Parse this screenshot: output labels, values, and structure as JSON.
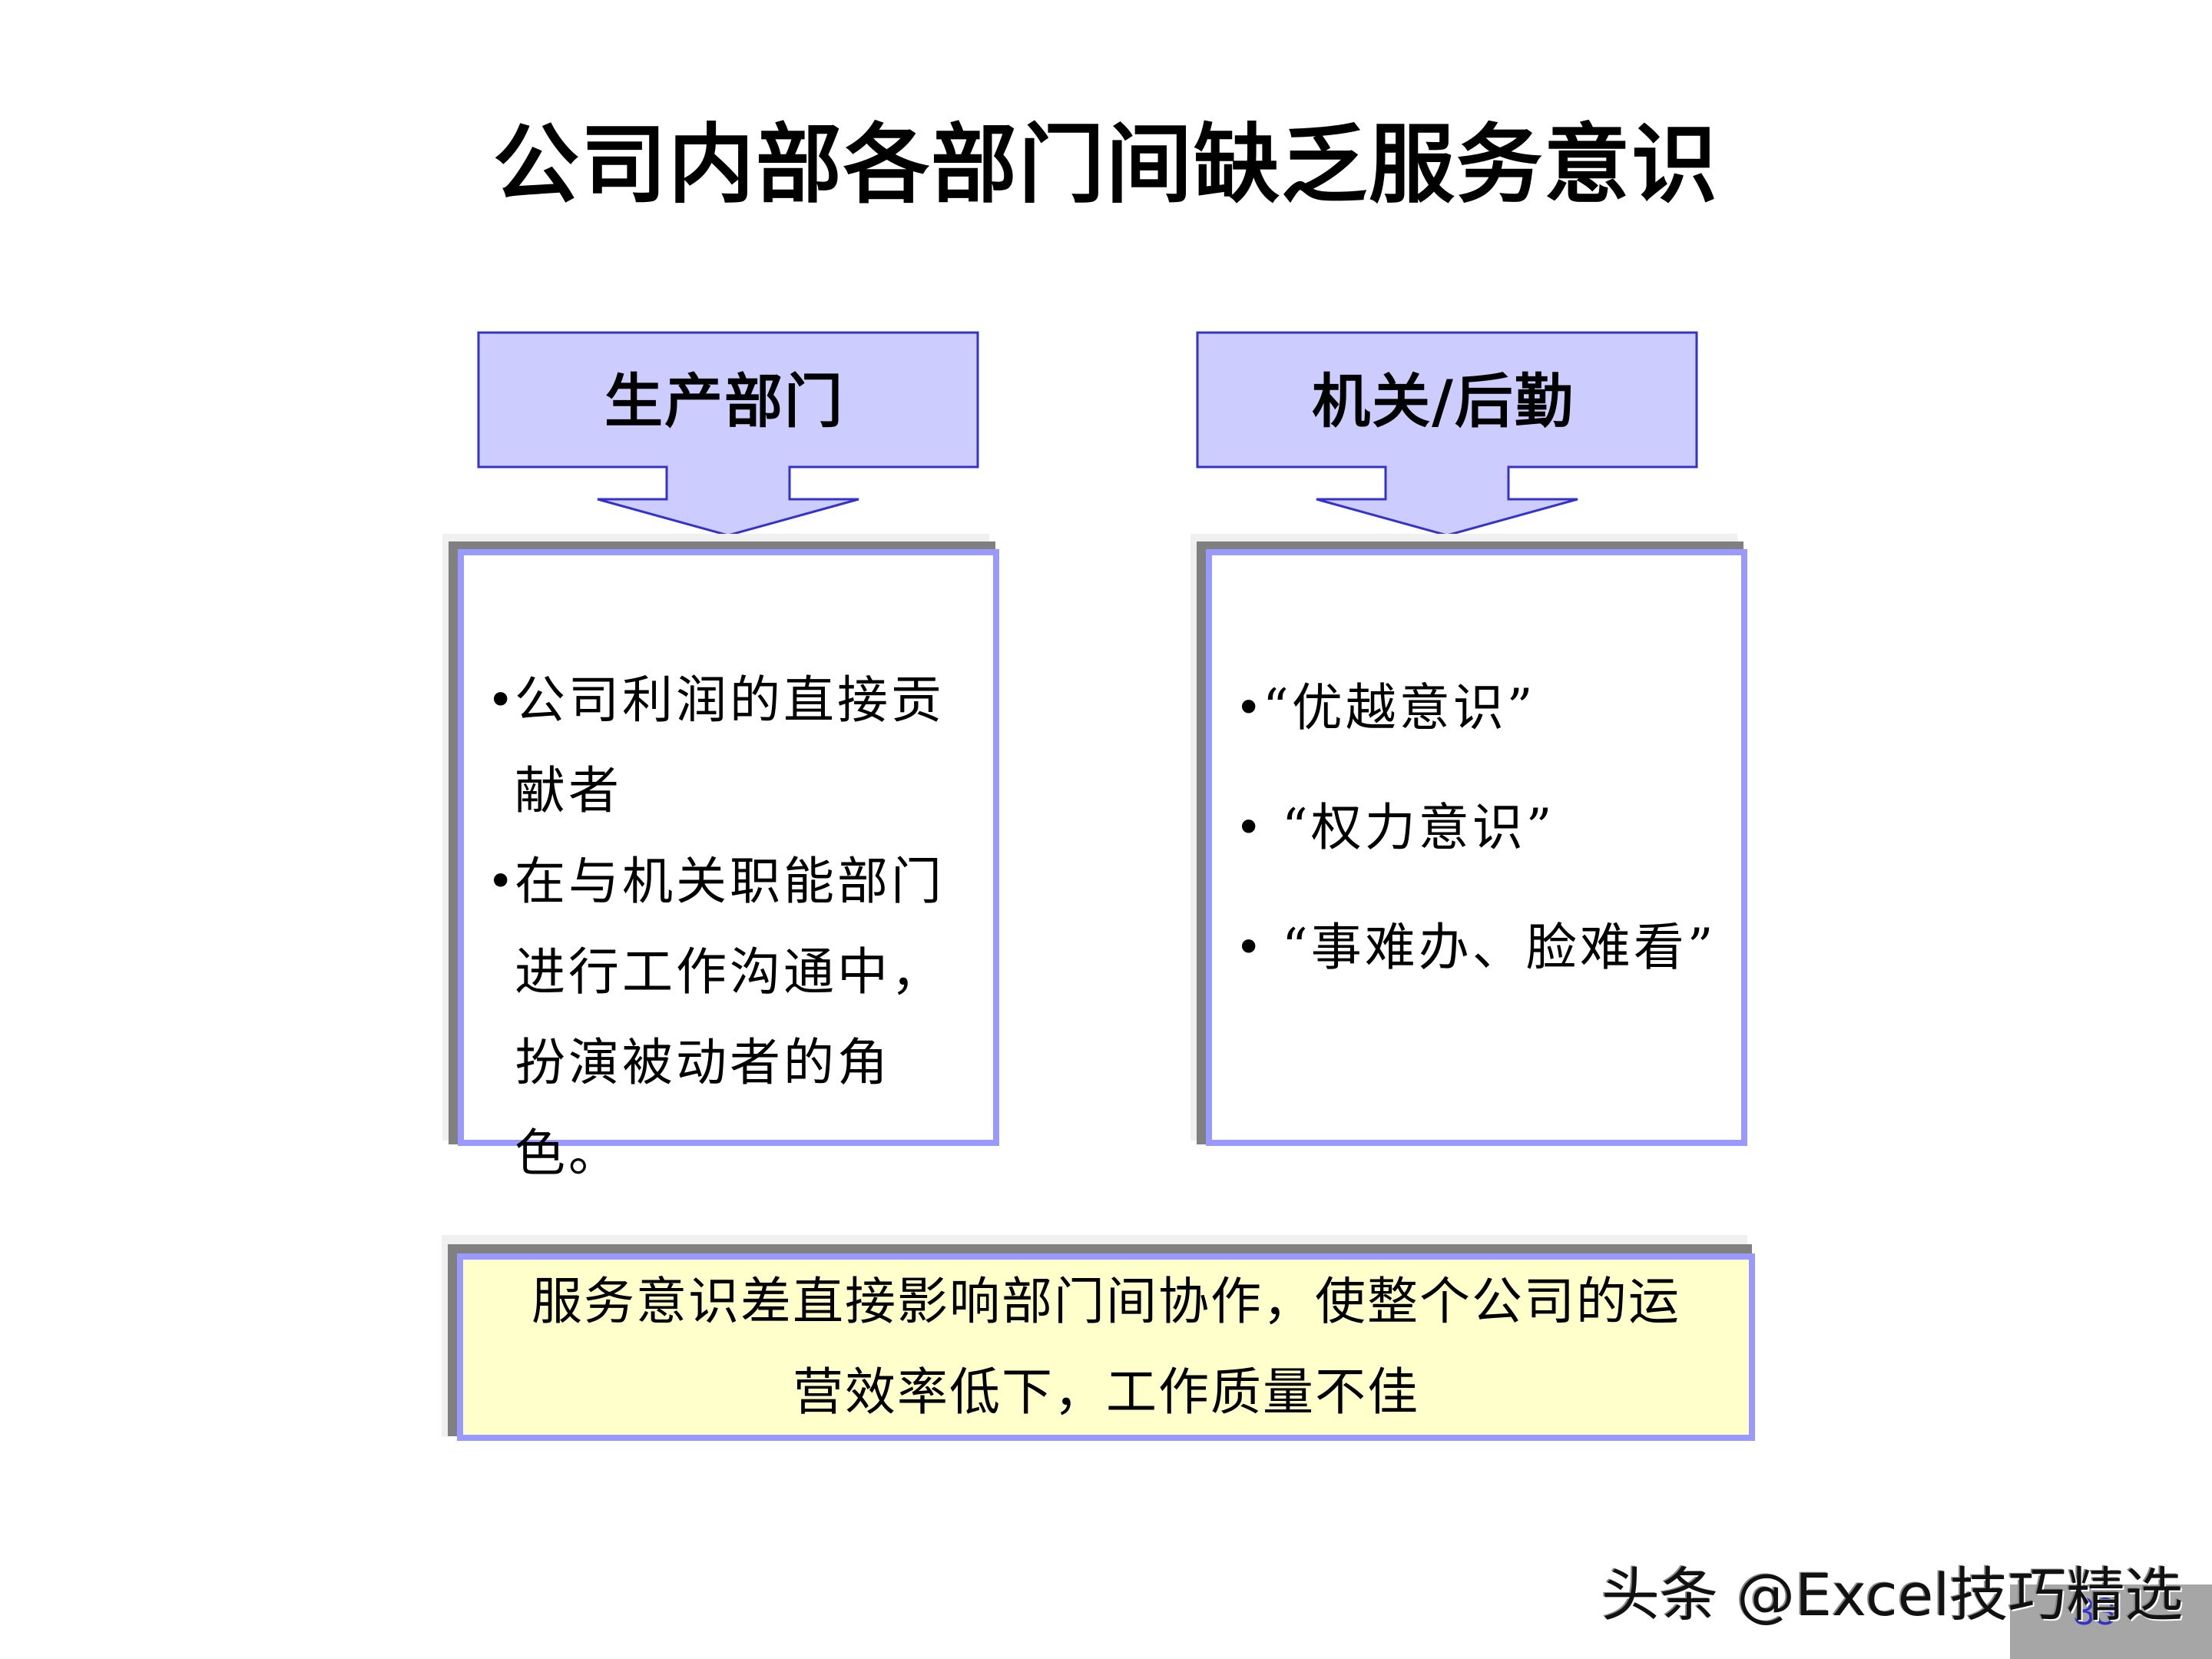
{
  "slide": {
    "title": "公司内部各部门间缺乏服务意识",
    "colors": {
      "callout_fill": "#CCCCFF",
      "callout_border": "#3333CC",
      "panel_border": "#9999FF",
      "panel_shadow": "#808080",
      "summary_fill": "#FFFFCC",
      "page_number": "#3333CC"
    },
    "left": {
      "header": "生产部门",
      "bullets": [
        {
          "marker": "•",
          "text": "公司利润的直接贡献者",
          "lines": [
            "公司利润的直接贡",
            "献者"
          ]
        },
        {
          "marker": "•",
          "text": "在与机关职能部门进行工作沟通中，扮演被动者的角色。",
          "lines": [
            "在与机关职能部门",
            "进行工作沟通中，",
            "扮演被动者的角色。"
          ]
        }
      ]
    },
    "right": {
      "header": "机关/后勤",
      "bullets": [
        {
          "marker": "•",
          "text": "“优越意识”"
        },
        {
          "marker": "•",
          "text": " “权力意识”"
        },
        {
          "marker": "•",
          "text": " “事难办、脸难看”"
        }
      ]
    },
    "summary": {
      "lines": [
        "服务意识差直接影响部门间协作，使整个公司的运",
        "营效率低下，工作质量不佳"
      ]
    },
    "page_number": "33"
  },
  "watermark": "头条 @Excel技巧精选"
}
